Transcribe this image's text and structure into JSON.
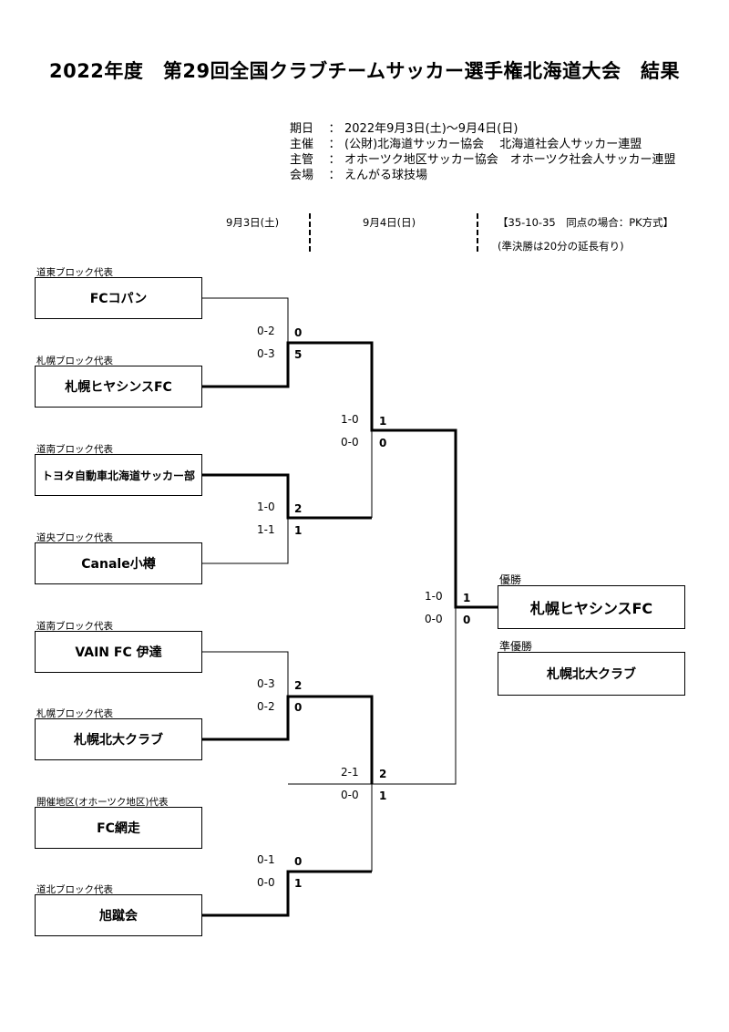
{
  "title": "2022年度　第29回全国クラブチームサッカー選手権北海道大会　結果",
  "info": [
    {
      "key": "期日",
      "sep": "：",
      "value": "2022年9月3日(土)～9月4日(日)"
    },
    {
      "key": "主催",
      "sep": "：",
      "value": "(公財)北海道サッカー協会　 北海道社会人サッカー連盟"
    },
    {
      "key": "主管",
      "sep": "：",
      "value": "オホーツク地区サッカー協会　オホーツク社会人サッカー連盟"
    },
    {
      "key": "会場",
      "sep": "：",
      "value": "えんがる球技場"
    }
  ],
  "days": {
    "day1": "9月3日(土)",
    "day2": "9月4日(日)"
  },
  "notes": {
    "rule": "【35-10-35　同点の場合：PK方式】",
    "semi": "(準決勝は20分の延長有り)"
  },
  "teams": [
    {
      "block": "道東ブロック代表",
      "name": "FCコパン"
    },
    {
      "block": "札幌ブロック代表",
      "name": "札幌ヒヤシンスFC"
    },
    {
      "block": "道南ブロック代表",
      "name": "トヨタ自動車北海道サッカー部"
    },
    {
      "block": "道央ブロック代表",
      "name": "Canale小樽"
    },
    {
      "block": "道南ブロック代表",
      "name": "VAIN FC 伊達"
    },
    {
      "block": "札幌ブロック代表",
      "name": "札幌北大クラブ"
    },
    {
      "block": "開催地区(オホーツク地区)代表",
      "name": "FC網走"
    },
    {
      "block": "道北ブロック代表",
      "name": "旭蹴会"
    }
  ],
  "round1": [
    {
      "top_half": "0-2",
      "bottom_half": "0-3",
      "top_score": "0",
      "bottom_score": "5"
    },
    {
      "top_half": "1-0",
      "bottom_half": "1-1",
      "top_score": "2",
      "bottom_score": "1"
    },
    {
      "top_half": "0-3",
      "bottom_half": "0-2",
      "top_score": "2",
      "bottom_score": "0"
    },
    {
      "top_half": "0-1",
      "bottom_half": "0-0",
      "top_score": "0",
      "bottom_score": "1"
    }
  ],
  "semis": [
    {
      "top_half": "1-0",
      "bottom_half": "0-0",
      "top_score": "1",
      "bottom_score": "0"
    },
    {
      "top_half": "2-1",
      "bottom_half": "0-0",
      "top_score": "2",
      "bottom_score": "1"
    }
  ],
  "final": {
    "top_half": "1-0",
    "bottom_half": "0-0",
    "top_score": "1",
    "bottom_score": "0"
  },
  "results": {
    "winner_label": "優勝",
    "winner": "札幌ヒヤシンスFC",
    "runnerup_label": "準優勝",
    "runnerup": "札幌北大クラブ"
  }
}
